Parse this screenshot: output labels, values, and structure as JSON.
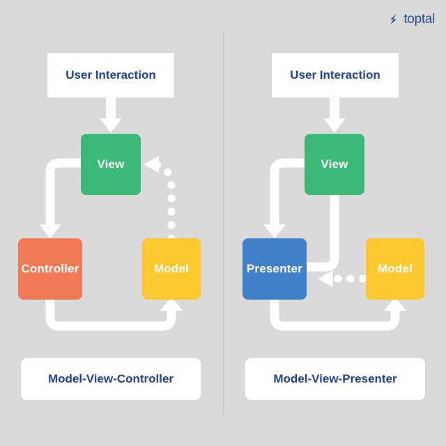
{
  "brand": {
    "name": "toptal",
    "logo_icon": "toptal-chevron-icon",
    "color": "#2a4a86"
  },
  "colors": {
    "background": "#dadada",
    "view": "#3cb878",
    "controller": "#ef7a55",
    "model": "#fbc82e",
    "presenter": "#4080c8",
    "card_background": "#ffffff",
    "heading_text": "#1f3d80",
    "node_text": "#ffffff",
    "connector": "#ffffff",
    "divider": "#c9c9c9"
  },
  "diagrams": [
    {
      "id": "mvc",
      "title": "Model-View-Controller",
      "entry": "User Interaction",
      "nodes": [
        {
          "id": "view",
          "label": "View",
          "color": "#3cb878"
        },
        {
          "id": "controller",
          "label": "Controller",
          "color": "#ef7a55"
        },
        {
          "id": "model",
          "label": "Model",
          "color": "#fbc82e"
        }
      ],
      "edges": [
        {
          "from": "User Interaction",
          "to": "View",
          "style": "solid"
        },
        {
          "from": "View",
          "to": "Controller",
          "style": "solid"
        },
        {
          "from": "Controller",
          "to": "Model",
          "style": "solid"
        },
        {
          "from": "Model",
          "to": "View",
          "style": "dotted"
        }
      ]
    },
    {
      "id": "mvp",
      "title": "Model-View-Presenter",
      "entry": "User Interaction",
      "nodes": [
        {
          "id": "view",
          "label": "View",
          "color": "#3cb878"
        },
        {
          "id": "presenter",
          "label": "Presenter",
          "color": "#4080c8"
        },
        {
          "id": "model",
          "label": "Model",
          "color": "#fbc82e"
        }
      ],
      "edges": [
        {
          "from": "User Interaction",
          "to": "View",
          "style": "solid"
        },
        {
          "from": "View",
          "to": "Presenter",
          "style": "solid"
        },
        {
          "from": "Presenter",
          "to": "View",
          "style": "solid"
        },
        {
          "from": "Presenter",
          "to": "Model",
          "style": "solid"
        },
        {
          "from": "Model",
          "to": "Presenter",
          "style": "dotted"
        }
      ]
    }
  ]
}
